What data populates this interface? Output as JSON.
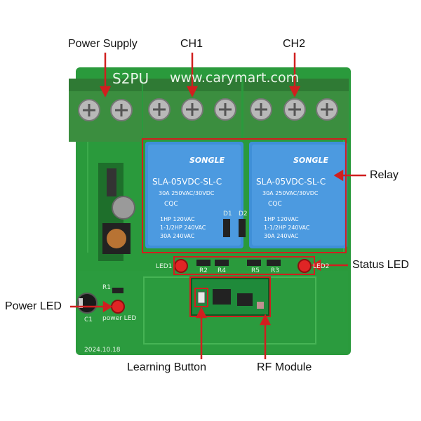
{
  "callouts": {
    "power_supply": "Power Supply",
    "ch1": "CH1",
    "ch2": "CH2",
    "relay": "Relay",
    "status_led": "Status LED",
    "power_led": "Power LED",
    "learning_button": "Learning Button",
    "rf_module": "RF Module"
  },
  "board": {
    "model": "S2PU",
    "url": "www.carymart.com",
    "date": "2024.10.18",
    "led1": "LED1",
    "led2": "LED2",
    "r1": "R1",
    "c1": "C1",
    "power_led_silk": "power LED",
    "r2": "R2",
    "r4": "R4",
    "r5": "R5",
    "r3": "R3",
    "d1": "D1",
    "d2": "D2"
  },
  "relays": {
    "brand": "SONGLE",
    "model": "SLA-05VDC-SL-C",
    "rating_line1": "30A  250VAC/30VDC",
    "rating_line2": "1HP 120VAC",
    "rating_line3": "1-1/2HP 240VAC",
    "rating_line4": "30A  240VAC",
    "cert": "CQC"
  },
  "colors": {
    "pcb": "#2a9a3c",
    "terminal": "#3b8e3f",
    "relay": "#3f8fd8",
    "callout": "#d01f1f"
  }
}
